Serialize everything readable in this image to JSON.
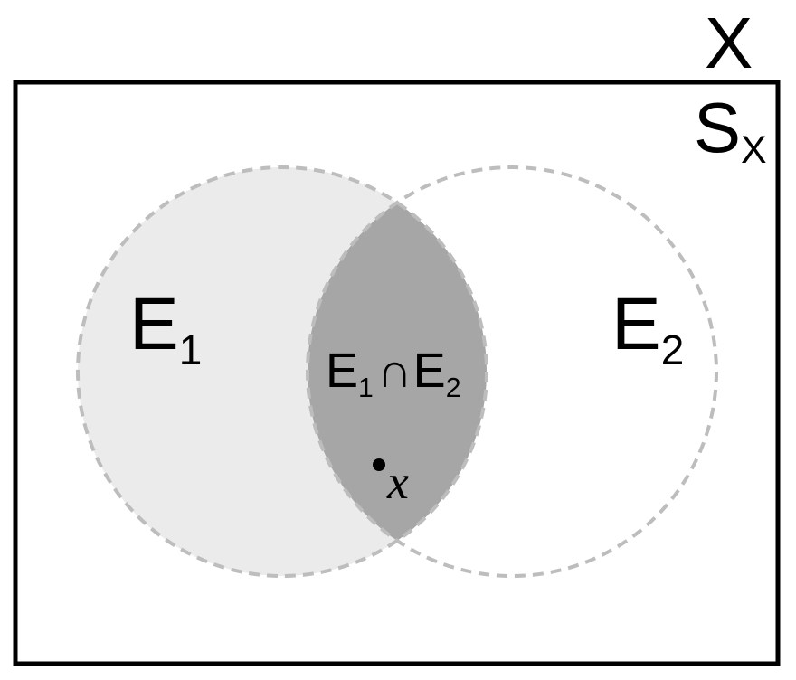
{
  "space": {
    "label": "X"
  },
  "sample_space": {
    "label_main": "S",
    "label_sub": "X"
  },
  "events": {
    "e1": {
      "label_main": "E",
      "label_sub": "1"
    },
    "e2": {
      "label_main": "E",
      "label_sub": "2"
    },
    "intersection": {
      "e1_main": "E",
      "e1_sub": "1",
      "operator": "∩",
      "e2_main": "E",
      "e2_sub": "2"
    }
  },
  "point": {
    "label": "x"
  },
  "colors": {
    "border": "#000000",
    "circle_outline": "#bdbdbd",
    "e1_fill": "#ebebeb",
    "intersection_fill": "#a6a6a6",
    "point": "#000000"
  }
}
